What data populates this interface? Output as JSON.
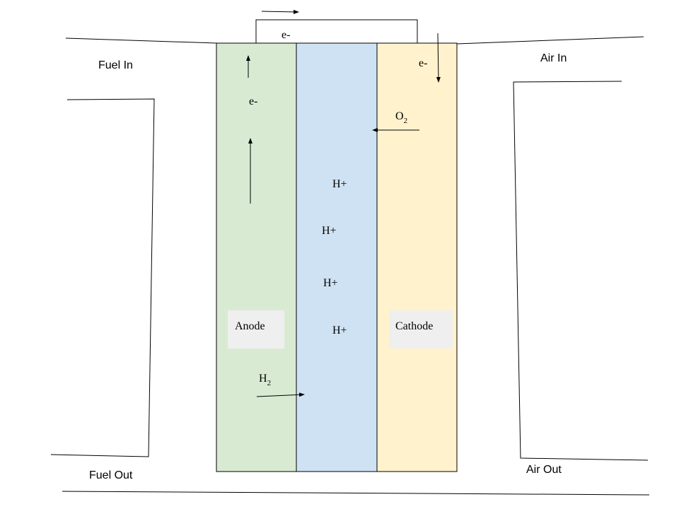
{
  "labels": {
    "fuel_in": "Fuel In",
    "fuel_out": "Fuel Out",
    "air_in": "Air In",
    "air_out": "Air Out",
    "anode": "Anode",
    "cathode": "Cathode",
    "electron_top": "e-",
    "electron_cathode": "e-",
    "electron_anode": "e-",
    "h2_base": "H",
    "h2_sub": "2",
    "o2_base": "O",
    "o2_sub": "2",
    "proton_1": "H+",
    "proton_2": "H+",
    "proton_3": "H+",
    "proton_4": "H+"
  },
  "colors": {
    "anode": "#d9ead3",
    "electrolyte": "#cfe2f3",
    "cathode": "#fff2cc",
    "label_box": "#efefef",
    "line": "#000000"
  }
}
